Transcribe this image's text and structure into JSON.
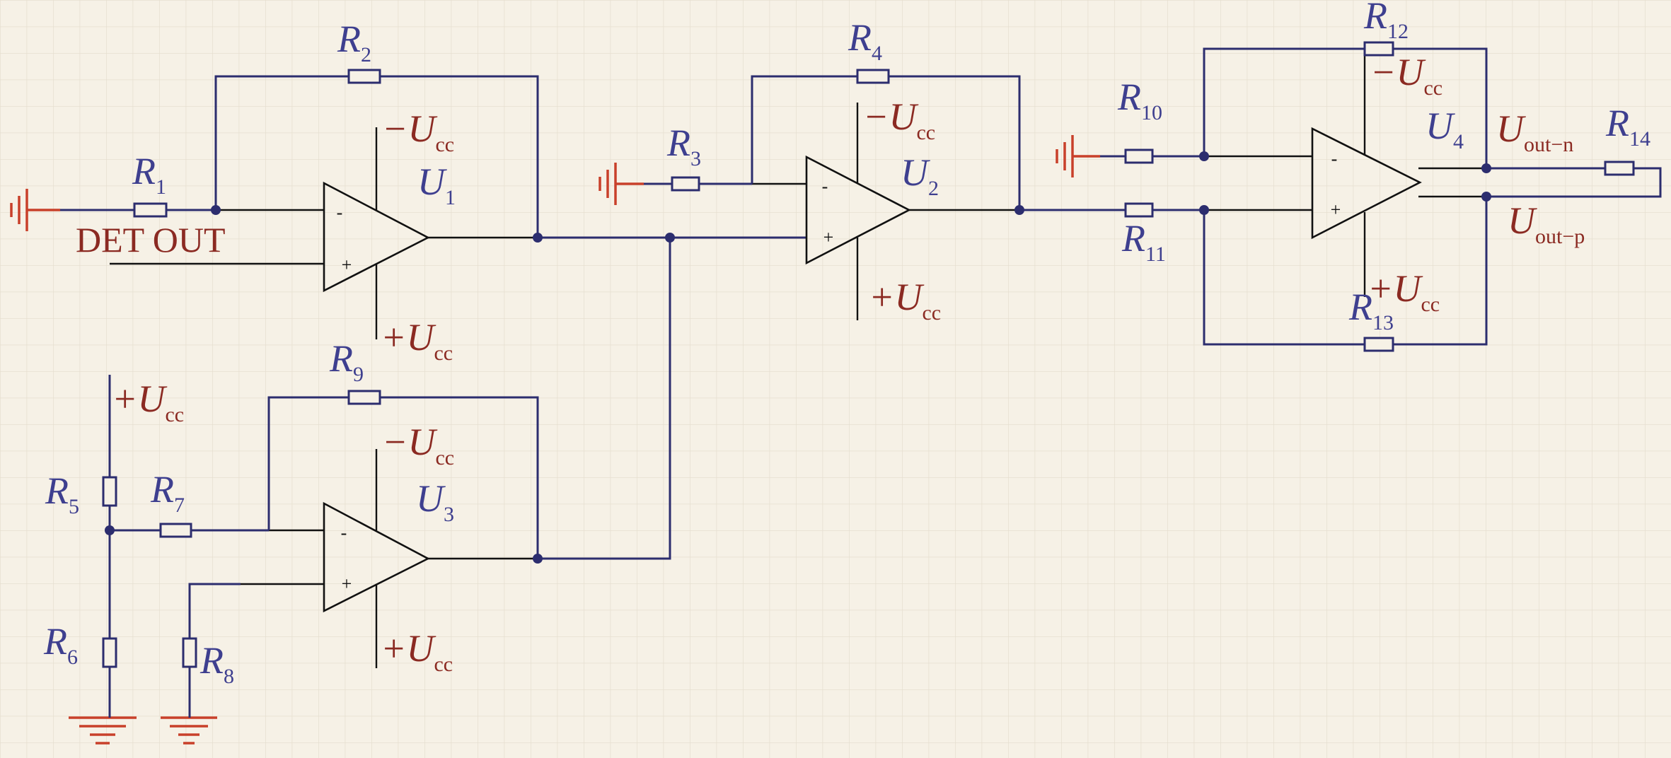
{
  "diagram": {
    "colors": {
      "background": "#f6f1e6",
      "grid": "#e6dfd0",
      "wire": "#2c2d6e",
      "label_blue": "#3e3f8f",
      "label_red": "#8b2a22",
      "ground_red": "#c8402a",
      "opamp_outline": "#111111"
    },
    "input_label": "DET OUT",
    "opamps": [
      {
        "main": "U",
        "sub": "1",
        "neg_supply": "−U",
        "neg_supply_sub": "cc",
        "pos_supply": "+U",
        "pos_supply_sub": "cc",
        "minus": "-",
        "plus": "+"
      },
      {
        "main": "U",
        "sub": "2",
        "neg_supply": "−U",
        "neg_supply_sub": "cc",
        "pos_supply": "+U",
        "pos_supply_sub": "cc",
        "minus": "-",
        "plus": "+"
      },
      {
        "main": "U",
        "sub": "3",
        "neg_supply": "−U",
        "neg_supply_sub": "cc",
        "pos_supply": "+U",
        "pos_supply_sub": "cc",
        "minus": "-",
        "plus": "+"
      },
      {
        "main": "U",
        "sub": "4",
        "neg_supply": "−U",
        "neg_supply_sub": "cc",
        "pos_supply": "+U",
        "pos_supply_sub": "cc",
        "minus": "-",
        "plus": "+"
      }
    ],
    "resistors": [
      {
        "main": "R",
        "sub": "1"
      },
      {
        "main": "R",
        "sub": "2"
      },
      {
        "main": "R",
        "sub": "3"
      },
      {
        "main": "R",
        "sub": "4"
      },
      {
        "main": "R",
        "sub": "5"
      },
      {
        "main": "R",
        "sub": "6"
      },
      {
        "main": "R",
        "sub": "7"
      },
      {
        "main": "R",
        "sub": "8"
      },
      {
        "main": "R",
        "sub": "9"
      },
      {
        "main": "R",
        "sub": "10"
      },
      {
        "main": "R",
        "sub": "11"
      },
      {
        "main": "R",
        "sub": "12"
      },
      {
        "main": "R",
        "sub": "13"
      },
      {
        "main": "R",
        "sub": "14"
      }
    ],
    "divider_supply": {
      "main": "+U",
      "sub": "cc"
    },
    "outputs": [
      {
        "main": "U",
        "sub": "out−n"
      },
      {
        "main": "U",
        "sub": "out−p"
      }
    ]
  }
}
